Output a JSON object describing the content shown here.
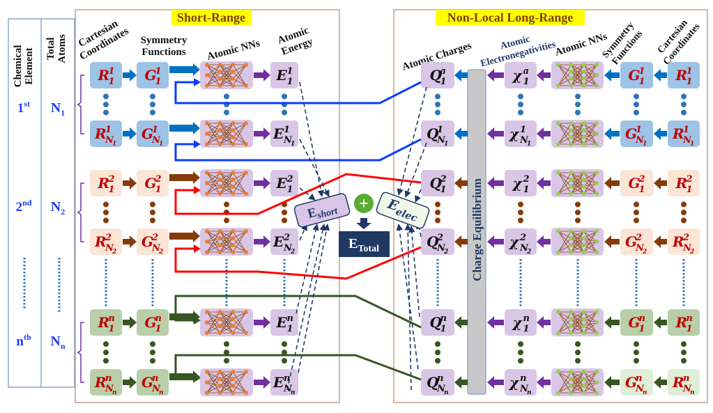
{
  "left_table": {
    "header_element": [
      "Chemical",
      "Element"
    ],
    "header_atoms": [
      "Total",
      "Atoms"
    ],
    "groups": [
      {
        "ordinal": "1",
        "ordinal_sup": "st",
        "count": "N",
        "count_sub": "1"
      },
      {
        "ordinal": "2",
        "ordinal_sup": "nd",
        "count": "N",
        "count_sub": "2"
      },
      {
        "ordinal": "n",
        "ordinal_sup": "th",
        "count": "N",
        "count_sub": "n"
      }
    ]
  },
  "short_range": {
    "title": "Short-Range",
    "headers": {
      "cartesian": [
        "Cartesian",
        "Coordinates"
      ],
      "symmetry": [
        "Symmetry",
        "Functions"
      ],
      "nns": "Atomic NNs",
      "energy": [
        "Atomic",
        "Energy"
      ]
    }
  },
  "long_range": {
    "title": "Non-Local Long-Range",
    "headers": {
      "charges": "Atomic Charges",
      "electroneg": [
        "Atomic",
        "Electronegativities"
      ],
      "nns": "Atomic NNs",
      "symmetry": [
        "Symmetry",
        "Functions"
      ],
      "cartesian": [
        "Cartesian",
        "Coordinates"
      ]
    },
    "charge_equilibrium": "Charge   Equilibrium"
  },
  "center": {
    "e_short": {
      "base": "E",
      "sub": "short"
    },
    "e_elec": {
      "base": "E",
      "sub": "elec"
    },
    "plus": "+",
    "e_total": {
      "base": "E",
      "sub": "Total"
    }
  },
  "rows": [
    {
      "group": 0,
      "R": [
        "R",
        "1",
        "1",
        ""
      ],
      "G": [
        "G",
        "1",
        "1",
        ""
      ],
      "E": [
        "E",
        "1",
        "1",
        ""
      ],
      "Q": [
        "Q",
        "a",
        "1",
        ""
      ],
      "X": [
        "χ",
        "a",
        "1",
        ""
      ]
    },
    {
      "group": 0,
      "R": [
        "R",
        "1",
        "N",
        "1"
      ],
      "G": [
        "G",
        "1",
        "N",
        "1"
      ],
      "E": [
        "E",
        "1",
        "N",
        "1"
      ],
      "Q": [
        "Q",
        "1",
        "N",
        "1"
      ],
      "X": [
        "χ",
        "1",
        "N",
        "1"
      ]
    },
    {
      "group": 1,
      "R": [
        "R",
        "2",
        "1",
        ""
      ],
      "G": [
        "G",
        "2",
        "1",
        ""
      ],
      "E": [
        "E",
        "2",
        "1",
        ""
      ],
      "Q": [
        "Q",
        "2",
        "1",
        ""
      ],
      "X": [
        "χ",
        "2",
        "1",
        ""
      ]
    },
    {
      "group": 1,
      "R": [
        "R",
        "2",
        "N",
        "2"
      ],
      "G": [
        "G",
        "2",
        "N",
        "2"
      ],
      "E": [
        "E",
        "2",
        "N",
        "2"
      ],
      "Q": [
        "Q",
        "2",
        "N",
        "2"
      ],
      "X": [
        "χ",
        "2",
        "N",
        "2"
      ]
    },
    {
      "group": 2,
      "R": [
        "R",
        "n",
        "1",
        ""
      ],
      "G": [
        "G",
        "n",
        "1",
        ""
      ],
      "E": [
        "E",
        "n",
        "1",
        ""
      ],
      "Q": [
        "Q",
        "n",
        "1",
        ""
      ],
      "X": [
        "χ",
        "n",
        "1",
        ""
      ]
    },
    {
      "group": 2,
      "R": [
        "R",
        "n",
        "N",
        "n"
      ],
      "G": [
        "G",
        "n",
        "N",
        "n"
      ],
      "E": [
        "E",
        "n",
        "N",
        "n"
      ],
      "Q": [
        "Q",
        "n",
        "N",
        "n"
      ],
      "X": [
        "χ",
        "n",
        "N",
        "n"
      ]
    }
  ],
  "colors": {
    "groups": [
      {
        "box": "#9dc3e6",
        "box_right": "#9dc3e6",
        "arrow": "#0070c0",
        "dot": "#2e75b6",
        "feedback": "#0a3cff"
      },
      {
        "box": "#fbe5d6",
        "box_right": "#fbe5d6",
        "arrow": "#843c0c",
        "dot": "#843c0c",
        "feedback": "#ff0000"
      },
      {
        "box": "#b8cfa9",
        "box_right": "#dfeed6",
        "arrow": "#375623",
        "dot": "#375623",
        "feedback": "#375623"
      }
    ],
    "nn_box": "#d9c6e6",
    "purple_arrow": "#7030a0",
    "label_red": "#c00000",
    "label_dark": "#111111",
    "title_bg": "#ffff00",
    "title_text": "#7f3f00",
    "panel_border": "#c09070",
    "table_border": "#6f8fcf",
    "table_text": "#1a3cff",
    "navy": "#1f3864",
    "plus_green": "#5aab32",
    "dashed": "#1f3864",
    "charge_bar": "#c8c8c8"
  }
}
